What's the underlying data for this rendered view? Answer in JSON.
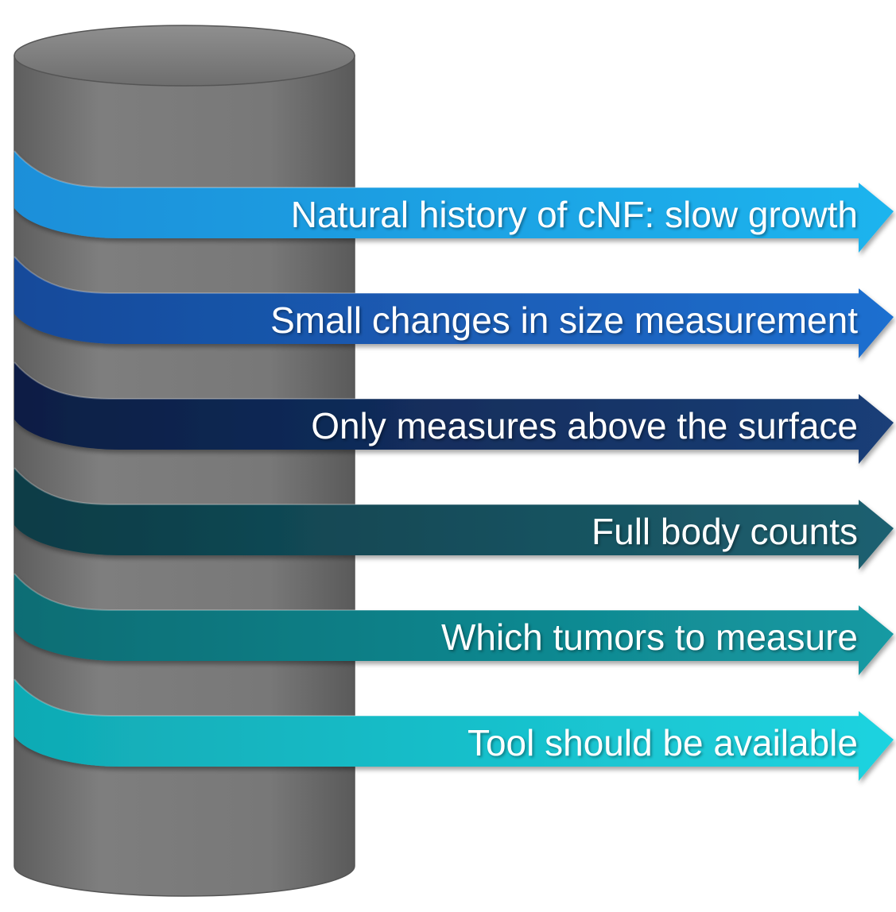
{
  "diagram": {
    "bands": [
      {
        "label": "Natural history of cNF: slow growth",
        "color_start": "#1a8fd9",
        "color_end": "#1fb4ee",
        "shadow": "#0a5a99"
      },
      {
        "label": "Small changes in size measurement",
        "color_start": "#174a9a",
        "color_end": "#1e6fd0",
        "shadow": "#0b2c66"
      },
      {
        "label": "Only measures above the surface",
        "color_start": "#0b1e44",
        "color_end": "#1a3f78",
        "shadow": "#050f26"
      },
      {
        "label": "Full body counts",
        "color_start": "#0b3c46",
        "color_end": "#1f6070",
        "shadow": "#052128"
      },
      {
        "label": "Which tumors to measure",
        "color_start": "#0b6d74",
        "color_end": "#149aa3",
        "shadow": "#064045"
      },
      {
        "label": "Tool should be available",
        "color_start": "#10aab4",
        "color_end": "#1fd3e0",
        "shadow": "#077680"
      }
    ],
    "cylinder_color": "#7a7a7a"
  }
}
